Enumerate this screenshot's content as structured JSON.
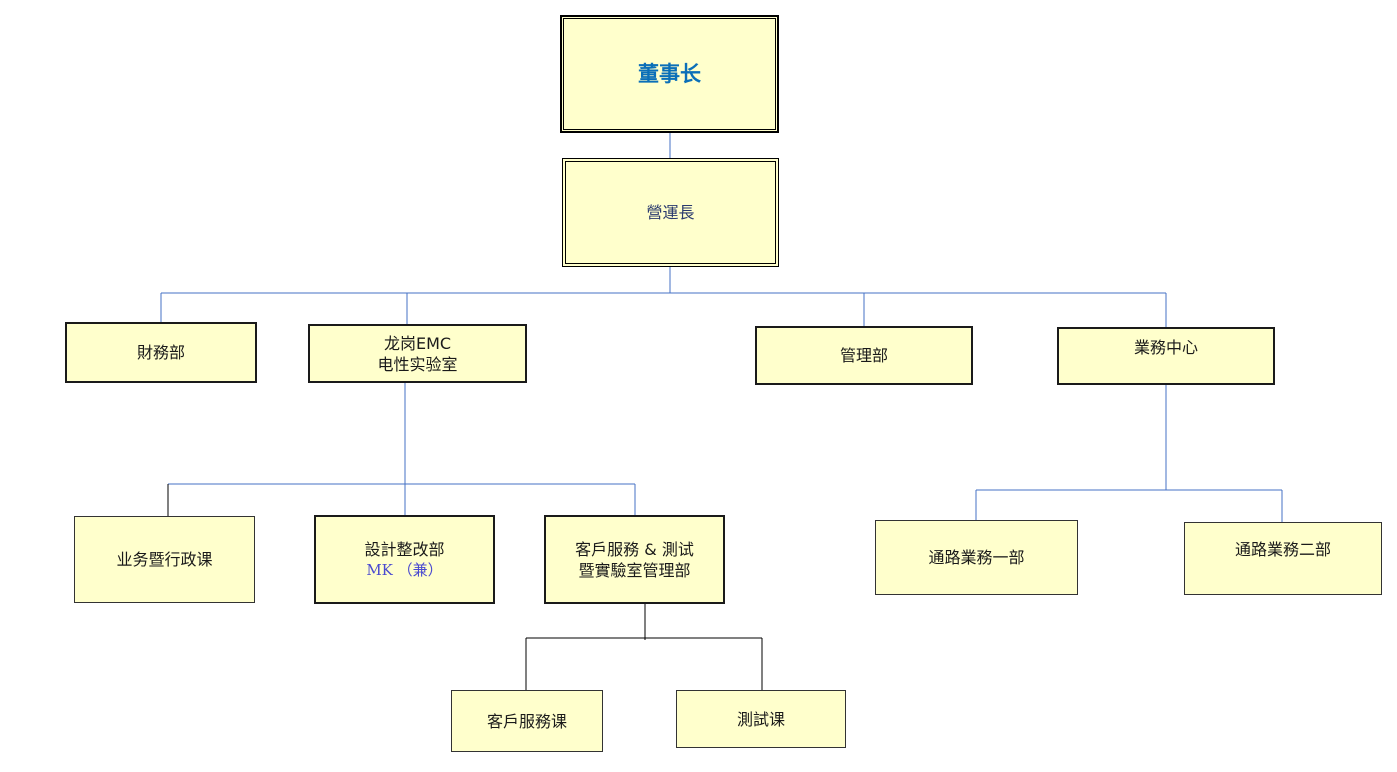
{
  "nodes": {
    "chairman": "董事长",
    "coo": "營運長",
    "finance": "財務部",
    "lab_line1": "龙岗EMC",
    "lab_line2": "电性实验室",
    "management": "管理部",
    "business_center": "業務中心",
    "admin": "业务暨行政课",
    "design_line1": "設計整改部",
    "design_line2": "MK （兼）",
    "cs_line1": "客戶服務 & 測试",
    "cs_line2": "暨實驗室管理部",
    "channel1": "通路業務一部",
    "channel2": "通路業務二部",
    "cs_section": "客戶服務课",
    "test_section": "測試课"
  },
  "colors": {
    "box_fill": "#ffffcc",
    "connector_blue": "#4472c4",
    "connector_black": "#000000",
    "chairman_text": "#0b6fb8",
    "mk_text": "#4a4ad0"
  }
}
